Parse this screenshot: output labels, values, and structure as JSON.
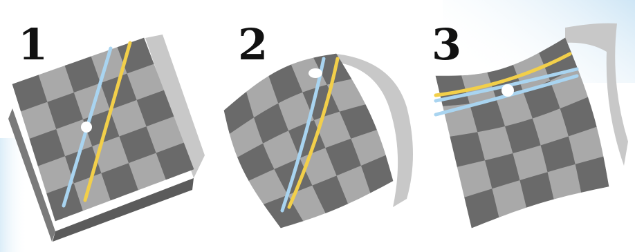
{
  "figure": {
    "panels": [
      {
        "label": "1",
        "surface": "flat"
      },
      {
        "label": "2",
        "surface": "positive-curvature"
      },
      {
        "label": "3",
        "surface": "negative-curvature"
      }
    ]
  },
  "colors": {
    "background": "#ffffff",
    "light_square": "#a9a9a9",
    "dark_square": "#6a6a6a",
    "edge_shadow": "#c8c8c8",
    "line_blue": "#a9d4f0",
    "line_yellow": "#f2cf4a",
    "point": "#ffffff"
  }
}
